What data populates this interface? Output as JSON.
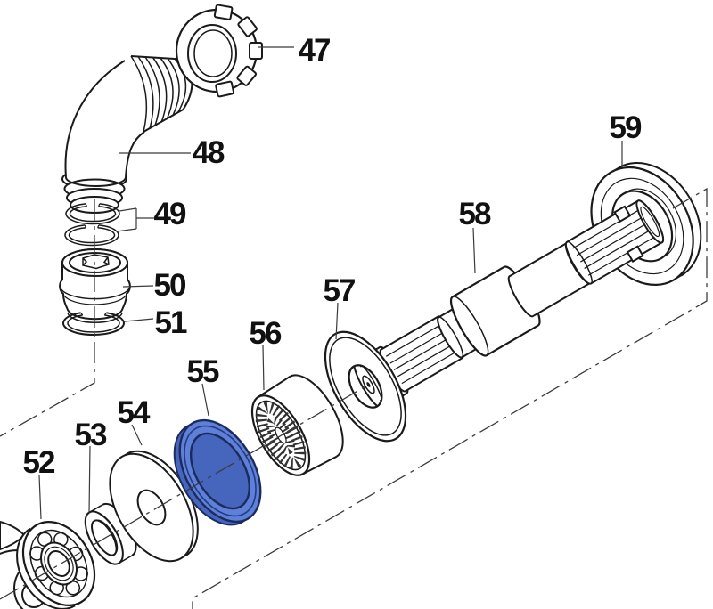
{
  "diagram": {
    "kind": "exploded-parts-diagram",
    "background": "#ffffff",
    "line_color": "#1a1a1a",
    "highlight": {
      "part_number": "55",
      "fill": "#5e80d8",
      "back_fill": "#4666bd",
      "stroke": "#1c2b5e",
      "rim_stroke": "#223a80"
    }
  },
  "parts": [
    {
      "number": "47"
    },
    {
      "number": "48"
    },
    {
      "number": "49"
    },
    {
      "number": "50"
    },
    {
      "number": "51"
    },
    {
      "number": "52"
    },
    {
      "number": "53"
    },
    {
      "number": "54"
    },
    {
      "number": "55"
    },
    {
      "number": "56"
    },
    {
      "number": "57"
    },
    {
      "number": "58"
    },
    {
      "number": "59"
    }
  ]
}
